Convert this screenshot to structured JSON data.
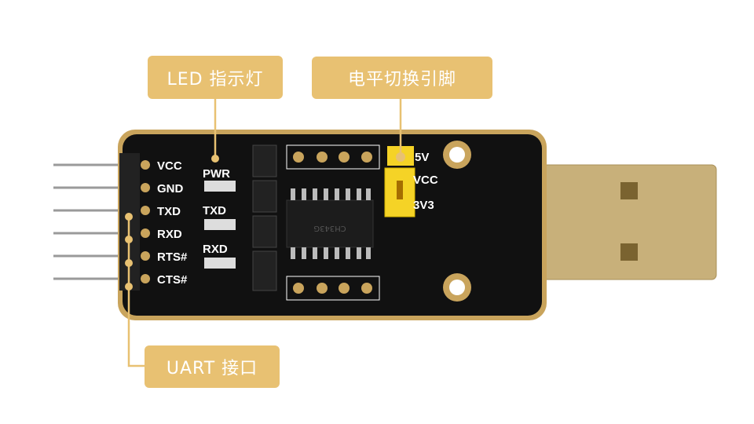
{
  "callouts": {
    "led": "LED 指示灯",
    "level": "电平切换引脚",
    "uart": "UART 接口"
  },
  "board": {
    "pins": [
      "VCC",
      "GND",
      "TXD",
      "RXD",
      "RTS#",
      "CTS#"
    ],
    "leds": [
      "PWR",
      "TXD",
      "RXD"
    ],
    "jumper": [
      "5V",
      "VCC",
      "3V3"
    ],
    "chip": "CH343G"
  },
  "colors": {
    "callout": "#e8c172",
    "pcb": "#111111",
    "pcb_edge": "#c9a45c",
    "jumper": "#f5d326",
    "usb": "#c8b07a"
  }
}
